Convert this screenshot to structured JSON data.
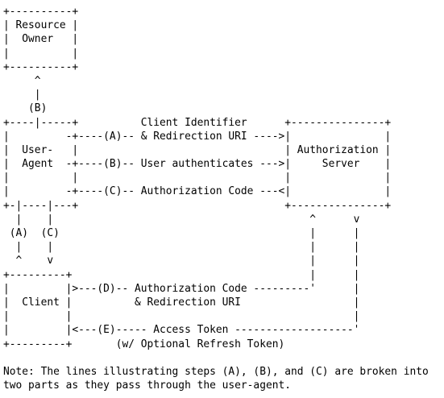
{
  "diagram_lines": [
    "+----------+",
    "| Resource |",
    "|  Owner   |",
    "|          |",
    "+----------+",
    "     ^",
    "     |",
    "    (B)",
    "+----|-----+          Client Identifier      +---------------+",
    "|         -+----(A)-- & Redirection URI ---->|               |",
    "|  User-   |                                 | Authorization |",
    "|  Agent  -+----(B)-- User authenticates --->|     Server    |",
    "|          |                                 |               |",
    "|         -+----(C)-- Authorization Code ---<|               |",
    "+-|----|---+                                 +---------------+",
    "  |    |                                         ^      v",
    " (A)  (C)                                        |      |",
    "  |    |                                         |      |",
    "  ^    v                                         |      |",
    "+---------+                                      |      |",
    "|         |>---(D)-- Authorization Code ---------'      |",
    "|  Client |          & Redirection URI                  |",
    "|         |                                             |",
    "|         |<---(E)----- Access Token -------------------'",
    "+---------+       (w/ Optional Refresh Token)",
    "",
    "Note: The lines illustrating steps (A), (B), and (C) are broken into",
    "two parts as they pass through the user-agent."
  ]
}
